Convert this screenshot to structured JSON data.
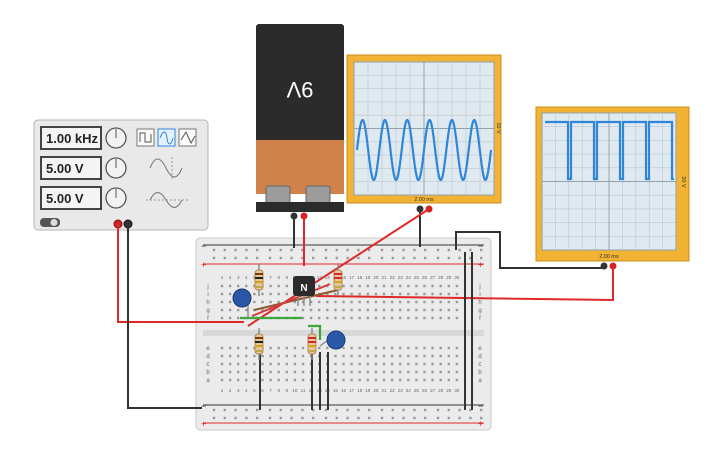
{
  "function_generator": {
    "frequency": "1.00 kHz",
    "amplitude": "5.00 V",
    "dc_offset": "5.00 V",
    "wave_buttons": [
      "square-wave-icon",
      "sine-wave-icon",
      "triangle-wave-icon"
    ],
    "selected_wave": "sine"
  },
  "battery": {
    "label": "9V",
    "display_rotation_deg": 180,
    "colors": {
      "top": "#2b2b2b",
      "bottom": "#d0824a"
    }
  },
  "oscilloscope_1": {
    "time_label": "2.00 ms",
    "volt_label": "10 V",
    "trace": "sine",
    "trace_color": "#2f86d8"
  },
  "oscilloscope_2": {
    "time_label": "2.00 ms",
    "volt_label": "20 V",
    "trace": "square",
    "trace_color": "#2f86d8"
  },
  "transistor": {
    "label": "N"
  },
  "breadboard": {
    "col_labels": [
      "1",
      "2",
      "3",
      "4",
      "5",
      "6",
      "7",
      "8",
      "9",
      "10",
      "11",
      "12",
      "13",
      "14",
      "15",
      "16",
      "17",
      "18",
      "19",
      "20",
      "21",
      "22",
      "23",
      "24",
      "25",
      "26",
      "27",
      "28",
      "29",
      "30"
    ],
    "row_labels_top": [
      "j",
      "i",
      "h",
      "g",
      "f"
    ],
    "row_labels_bottom": [
      "e",
      "d",
      "c",
      "b",
      "a"
    ],
    "rail_plus": "+",
    "rail_minus": "−"
  },
  "colors": {
    "scope_frame": "#f2b233",
    "scope_screen": "#dfe9ef",
    "wire_red": "#e02828",
    "wire_black": "#333333",
    "wire_green": "#3aa83a",
    "wire_brown": "#8a5a2b",
    "capacitor": "#2a57a8"
  }
}
